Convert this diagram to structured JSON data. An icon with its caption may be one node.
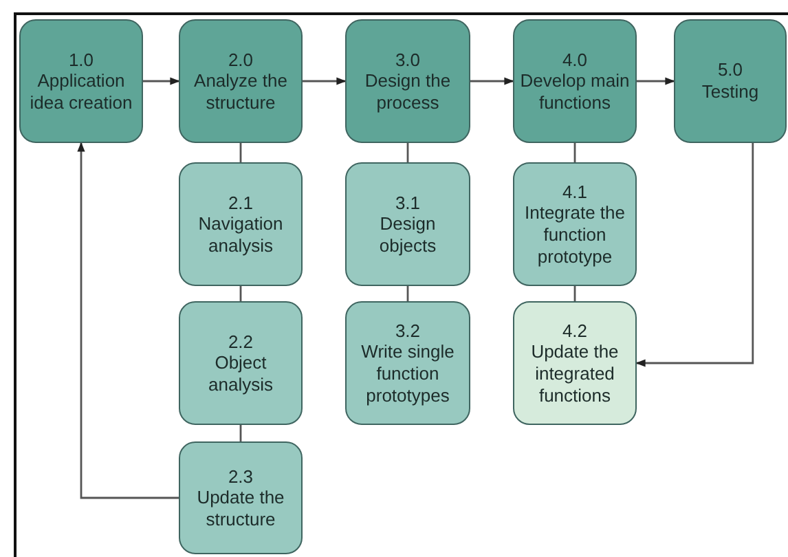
{
  "diagram": {
    "nodes": [
      {
        "text": [
          "1.0",
          "Application idea creation"
        ]
      },
      {
        "text": [
          "2.0",
          "Analyze the structure"
        ]
      },
      {
        "text": [
          "3.0",
          "Design the process"
        ]
      },
      {
        "text": [
          "4.0",
          "Develop main functions"
        ]
      },
      {
        "text": [
          "5.0",
          "Testing"
        ]
      },
      {
        "text": [
          "2.1",
          "Navigation analysis"
        ]
      },
      {
        "text": [
          "2.2",
          "Object analysis"
        ]
      },
      {
        "text": [
          "2.3",
          "Update the structure"
        ]
      },
      {
        "text": [
          "3.1",
          "Design objects"
        ]
      },
      {
        "text": [
          "3.2",
          "Write single function prototypes"
        ]
      },
      {
        "text": [
          "4.1",
          "Integrate the function prototype"
        ]
      },
      {
        "text": [
          "4.2",
          "Update the integrated functions"
        ]
      }
    ],
    "edges": [
      {
        "from": 0,
        "to": 1,
        "arrow": "to"
      },
      {
        "from": 1,
        "to": 2,
        "arrow": "to"
      },
      {
        "from": 2,
        "to": 3,
        "arrow": "to"
      },
      {
        "from": 3,
        "to": 4,
        "arrow": "to"
      },
      {
        "from": 1,
        "to": 5,
        "arrow": "none"
      },
      {
        "from": 5,
        "to": 6,
        "arrow": "none"
      },
      {
        "from": 6,
        "to": 7,
        "arrow": "none"
      },
      {
        "from": 7,
        "to": 0,
        "arrow": "to"
      },
      {
        "from": 2,
        "to": 8,
        "arrow": "none"
      },
      {
        "from": 8,
        "to": 9,
        "arrow": "none"
      },
      {
        "from": 3,
        "to": 10,
        "arrow": "none"
      },
      {
        "from": 10,
        "to": 11,
        "arrow": "none"
      },
      {
        "from": 4,
        "to": 11,
        "arrow": "to"
      }
    ]
  }
}
